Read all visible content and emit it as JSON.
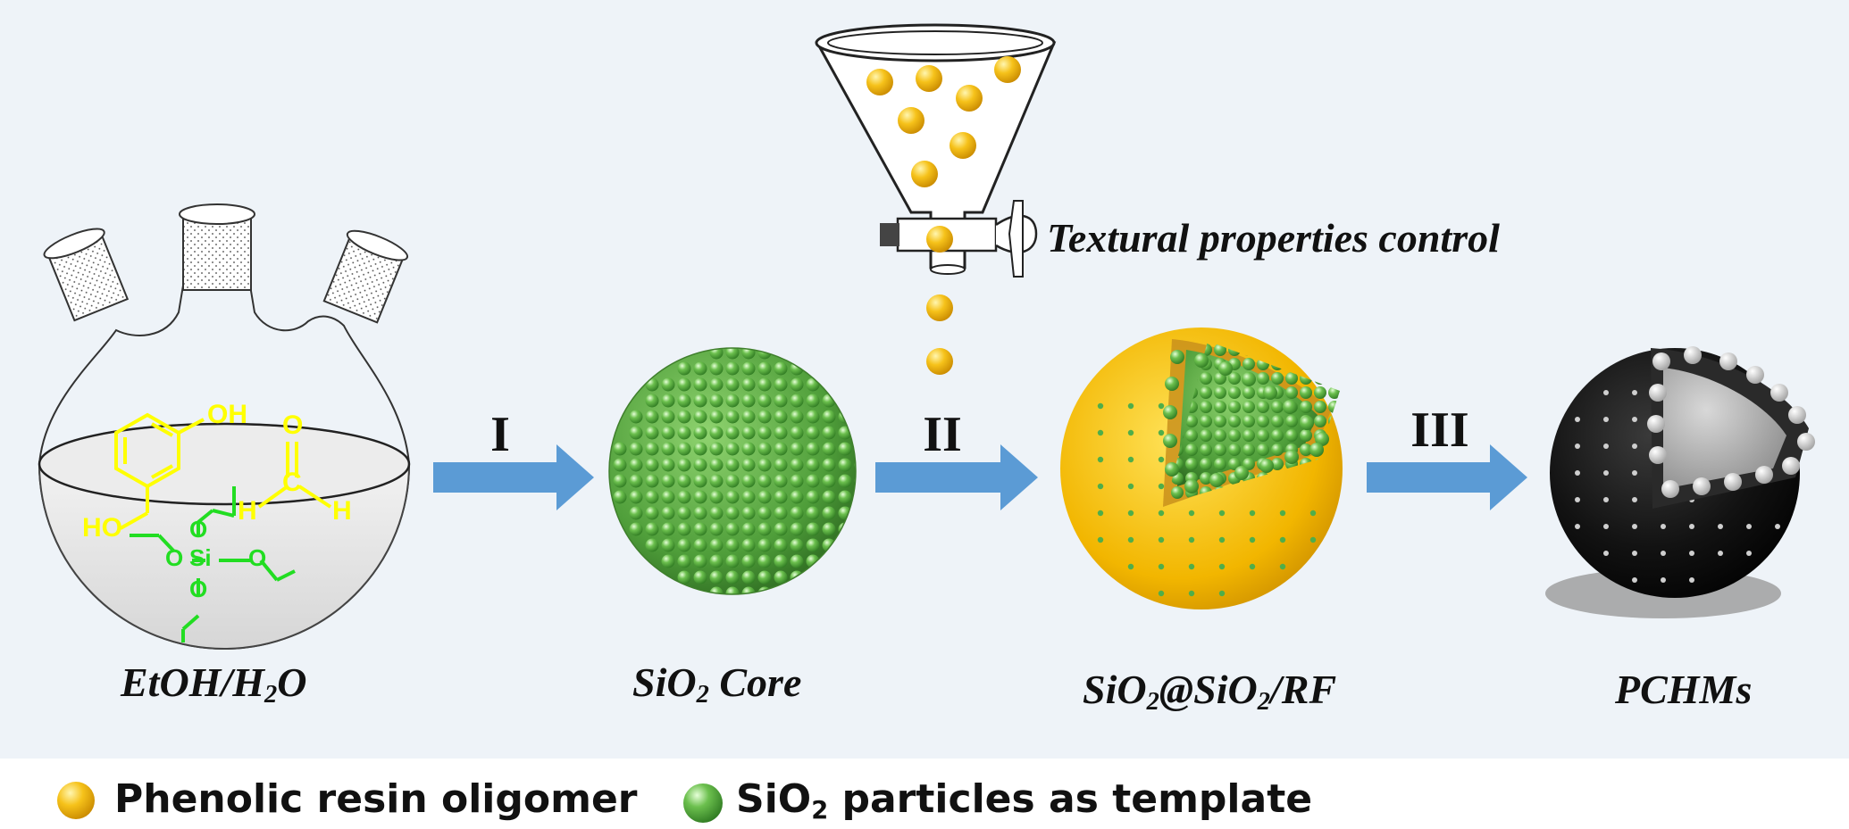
{
  "stages": {
    "reaction": {
      "label_pre": "EtOH/H",
      "label_sub": "2",
      "label_post": "O"
    },
    "core": {
      "label_pre": "SiO",
      "label_sub": "2",
      "label_post": " Core"
    },
    "coated": {
      "label_pre1": "SiO",
      "label_sub1": "2",
      "label_mid": "@SiO",
      "label_sub2": "2",
      "label_post": "/RF"
    },
    "final": {
      "label": "PCHMs"
    }
  },
  "steps": {
    "first": "I",
    "second": "II",
    "third": "III"
  },
  "funnel": {
    "caption": "Textural properties control"
  },
  "molecules": {
    "hydroxyl_top": "OH",
    "hydroxyl_left": "HO",
    "aldehyde_o": "O",
    "aldehyde_c": "C",
    "aldehyde_h1": "H",
    "aldehyde_h2": "H",
    "teos_si": "Si",
    "teos_o": "O"
  },
  "legend": {
    "phenolic": {
      "text": "Phenolic resin oligomer",
      "icon": "yellow-sphere-icon"
    },
    "silica": {
      "text_pre": "SiO",
      "text_sub": "2",
      "text_post": " particles as template",
      "icon": "green-sphere-icon"
    }
  },
  "colors": {
    "background": "#eef3f8",
    "arrow": "#5b9bd5",
    "resin": "#f6c21a",
    "silica": "#5fb04a",
    "carbon": "#111111",
    "molecule_phenol": "#ffff00",
    "molecule_teos": "#22dd22"
  }
}
